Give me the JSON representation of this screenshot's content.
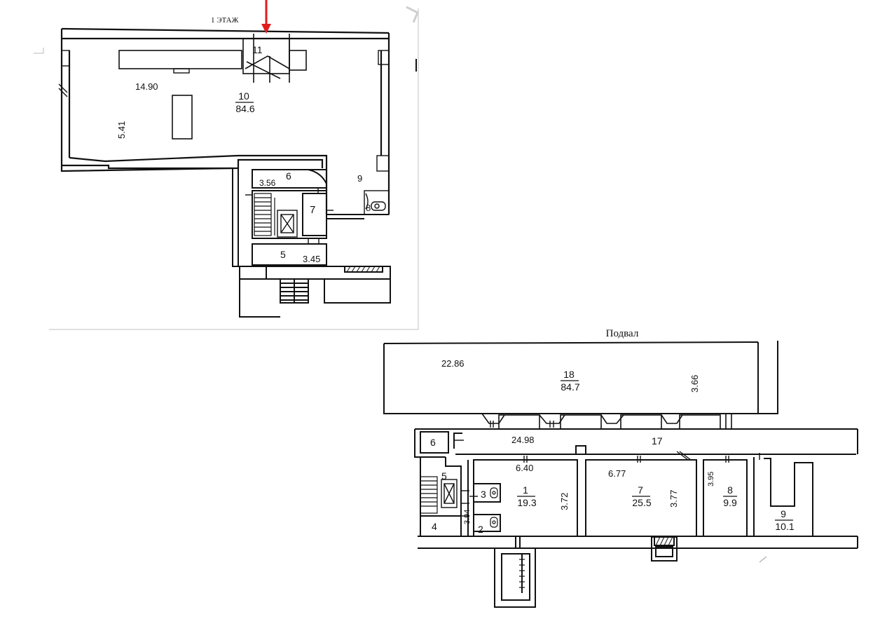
{
  "floor1": {
    "title": "1 ЭТАЖ",
    "rooms": [
      {
        "id": "10",
        "area": "84.6"
      },
      {
        "id": "11"
      },
      {
        "id": "6"
      },
      {
        "id": "7"
      },
      {
        "id": "9"
      },
      {
        "id": "8"
      },
      {
        "id": "5"
      }
    ],
    "dims": [
      "14.90",
      "5.41",
      "3.56",
      "3.45"
    ]
  },
  "basement": {
    "title": "Подвал",
    "rooms": [
      {
        "id": "18",
        "area": "84.7"
      },
      {
        "id": "17"
      },
      {
        "id": "6"
      },
      {
        "id": "5"
      },
      {
        "id": "4"
      },
      {
        "id": "3"
      },
      {
        "id": "2"
      },
      {
        "id": "1",
        "area": "19.3"
      },
      {
        "id": "7",
        "area": "25.5"
      },
      {
        "id": "8",
        "area": "9.9"
      },
      {
        "id": "9",
        "area": "10.1"
      }
    ],
    "dims": [
      "22.86",
      "3.66",
      "24.98",
      "6.40",
      "3.72",
      "6.77",
      "3.77",
      "3.95",
      "3.94"
    ]
  },
  "colors": {
    "wall": "#111111",
    "marker": "#e21b1b",
    "panel_border": "#d6d6d6"
  },
  "icons": [
    "entrance-arrow-icon",
    "elevator-icon",
    "stairs-icon",
    "toilet-icon",
    "door-swing-icon"
  ]
}
